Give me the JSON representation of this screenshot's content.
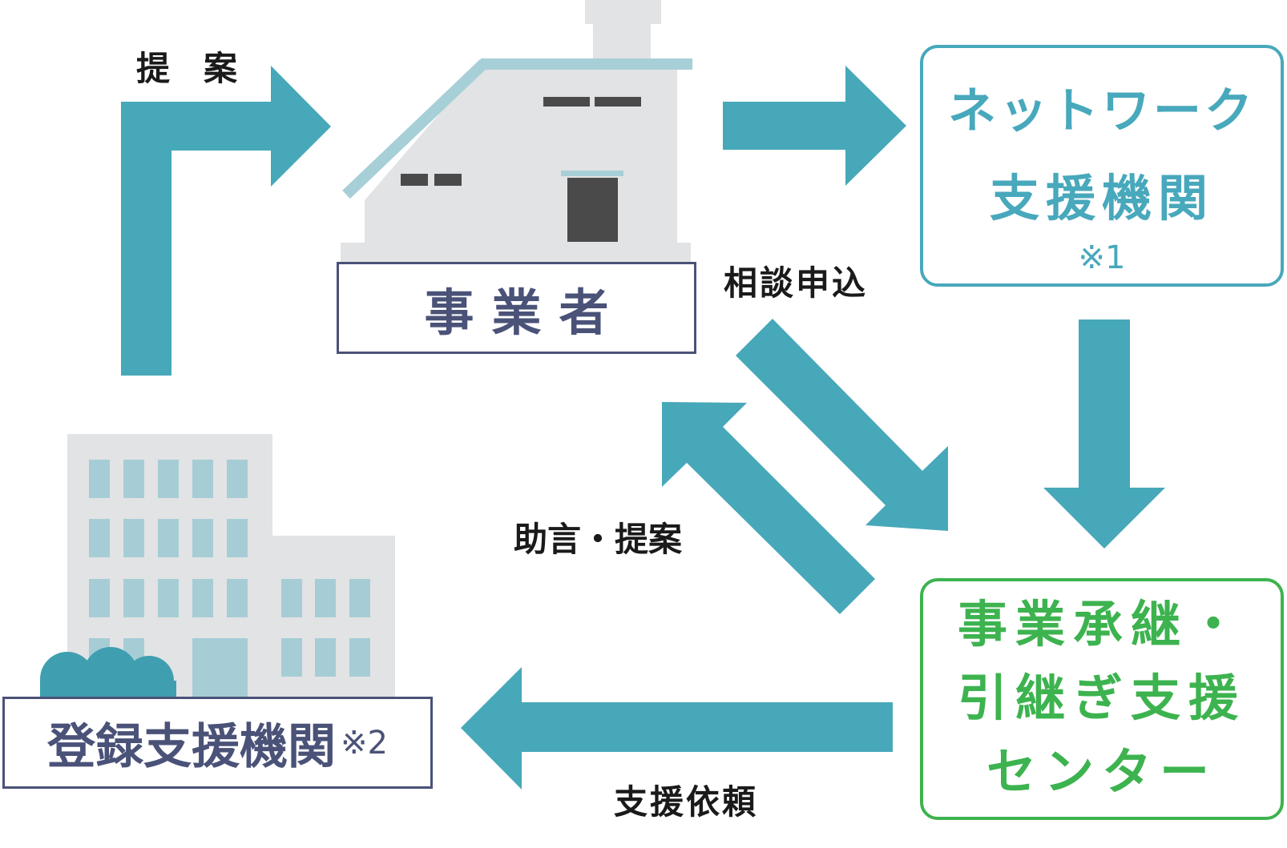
{
  "colors": {
    "arrow": "#47a8b9",
    "building_light": "#e2e3e4",
    "roof_edge": "#a7cfd7",
    "door": "#4a4a4a",
    "window_dark": "#4a4a4a",
    "window_light": "#a6cdd6",
    "tree": "#3f9fb0",
    "navy": "#4a5278",
    "teal": "#48a8bc",
    "green": "#3db34f"
  },
  "nodes": {
    "jigyosha": {
      "label": "事業者"
    },
    "network": {
      "line1": "ネットワーク",
      "line2": "支援機関",
      "note": "※1"
    },
    "center": {
      "line1": "事業承継・",
      "line2": "引継ぎ支援",
      "line3": "センター"
    },
    "registered": {
      "label": "登録支援機関",
      "note": "※2"
    }
  },
  "edges": {
    "teian": "提　案",
    "soudan": "相談申込",
    "jogen": "助言・提案",
    "shien": "支援依頼"
  }
}
